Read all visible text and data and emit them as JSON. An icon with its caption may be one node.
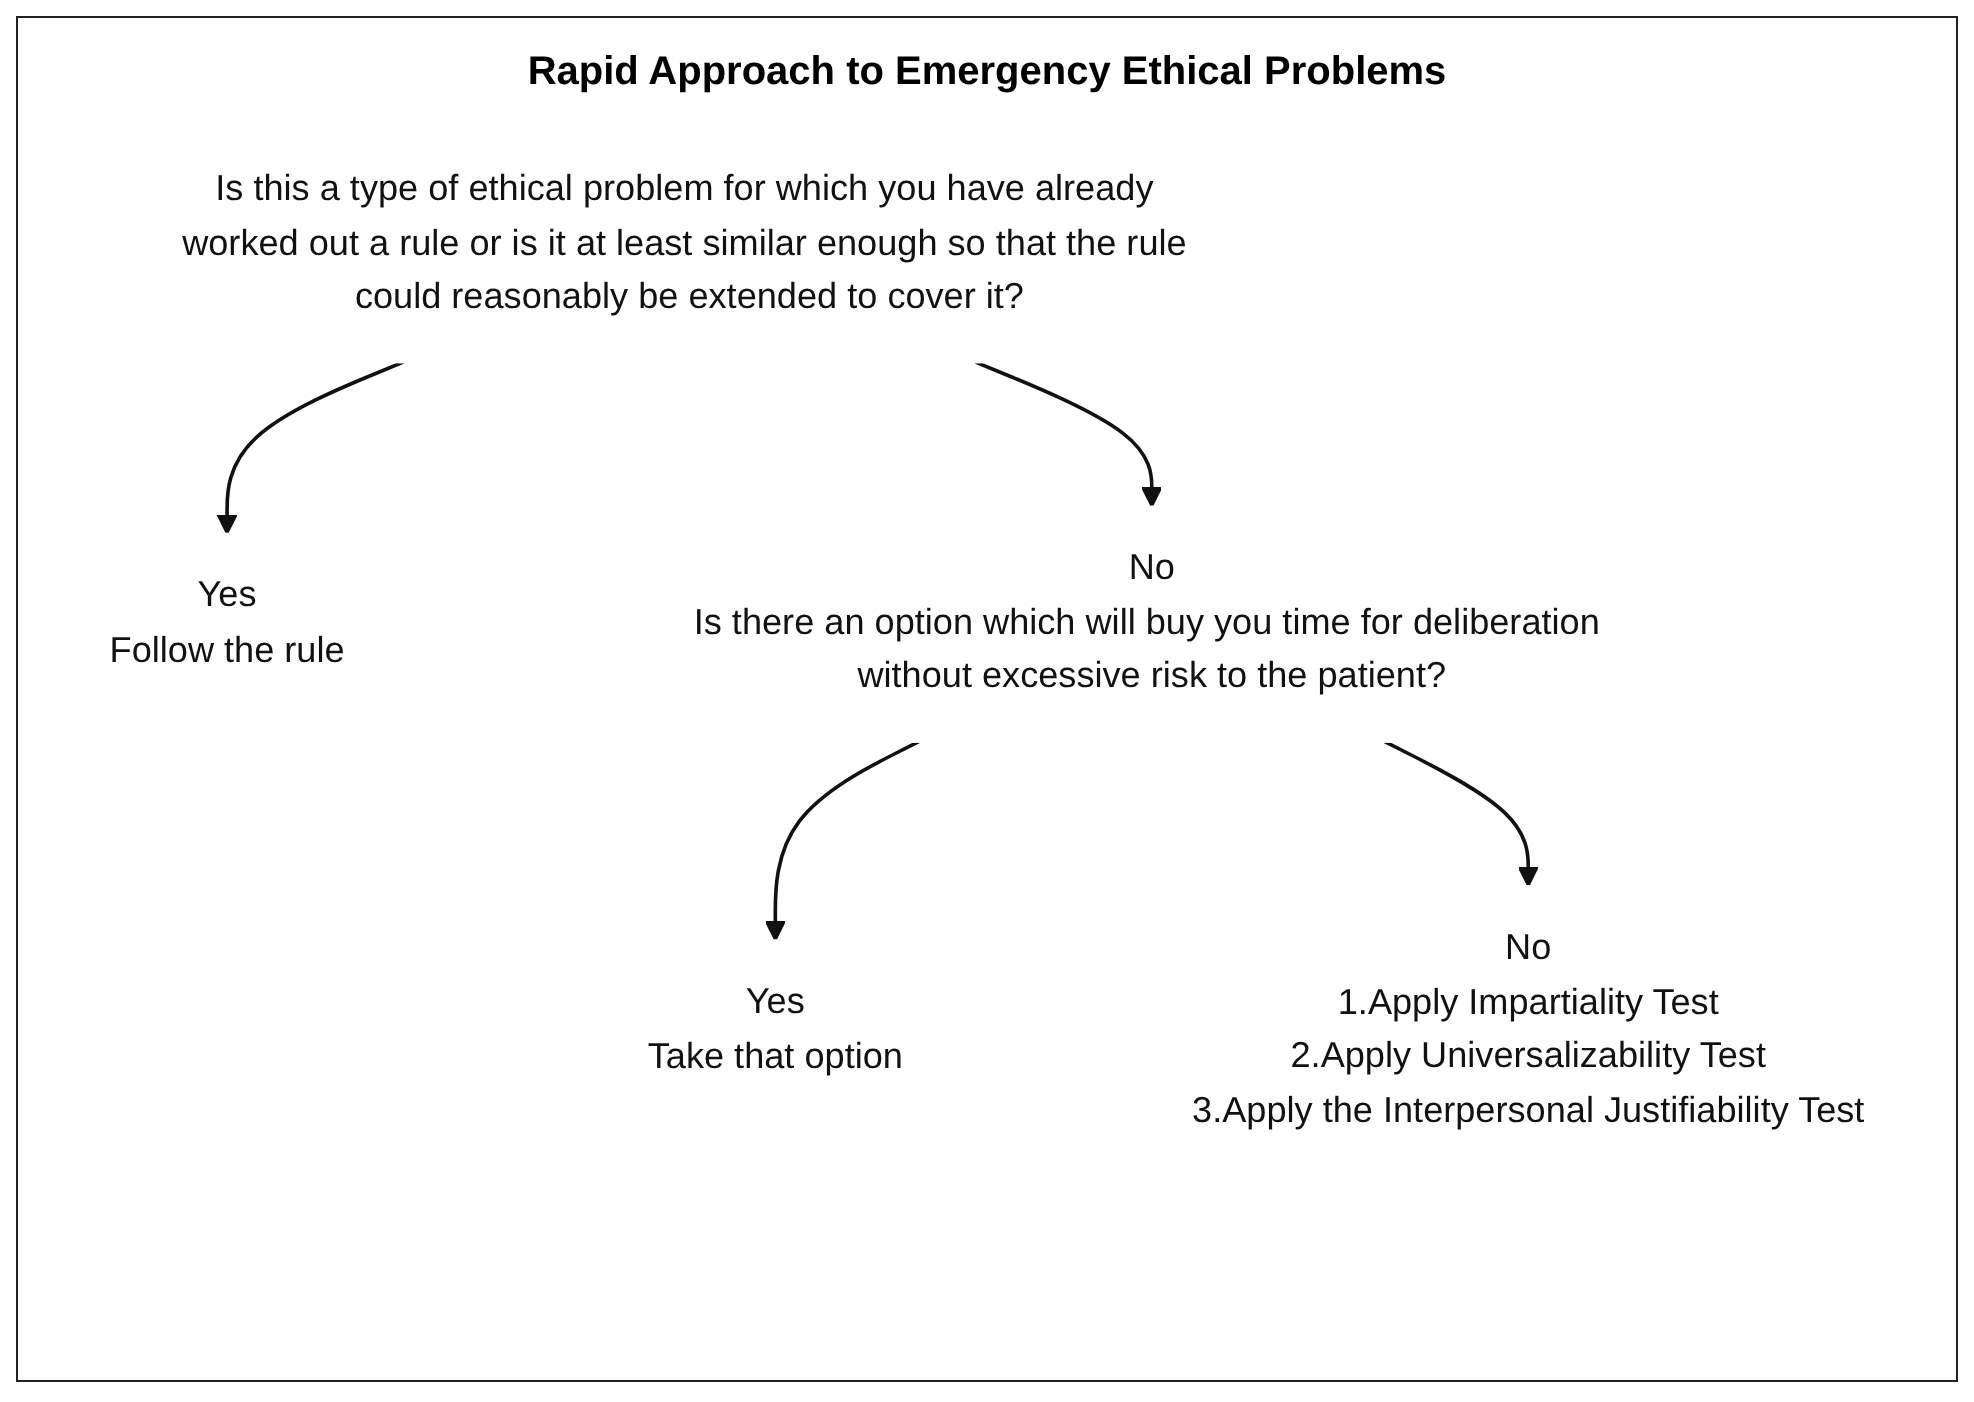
{
  "diagram": {
    "title": "Rapid Approach to Emergency Ethical Problems",
    "nodes": [
      {
        "text": [
          "Is this a type of ethical problem for which you have already worked out a rule or is it at least similar enough so that the rule could reasonably be extended to cover it?"
        ]
      },
      {
        "text": [
          "Yes",
          "Follow the rule"
        ]
      },
      {
        "text": [
          "No",
          "Is there an option which will buy you time for deliberation without excessive risk to the patient?"
        ]
      },
      {
        "text": [
          "Yes",
          "Take that option"
        ]
      },
      {
        "text": [
          "No",
          "1.Apply Impartiality Test",
          "2.Apply Universalizability Test",
          "3.Apply the Interpersonal Justifiability Test"
        ]
      }
    ],
    "edges": [
      {
        "from": 0,
        "to": 1,
        "arrow": "to"
      },
      {
        "from": 0,
        "to": 2,
        "arrow": "to"
      },
      {
        "from": 2,
        "to": 3,
        "arrow": "to"
      },
      {
        "from": 2,
        "to": 4,
        "arrow": "to"
      }
    ]
  }
}
